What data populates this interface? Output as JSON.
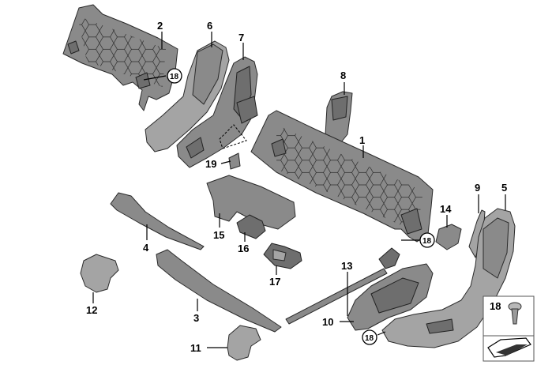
{
  "labels": {
    "p1": "1",
    "p2": "2",
    "p3": "3",
    "p4": "4",
    "p5": "5",
    "p6": "6",
    "p7": "7",
    "p8": "8",
    "p9": "9",
    "p10": "10",
    "p11": "11",
    "p12": "12",
    "p13": "13",
    "p14": "14",
    "p15": "15",
    "p16": "16",
    "p17": "17",
    "p19": "19",
    "ref18a": "18",
    "ref18b": "18",
    "ref18c": "18",
    "legend18": "18"
  }
}
